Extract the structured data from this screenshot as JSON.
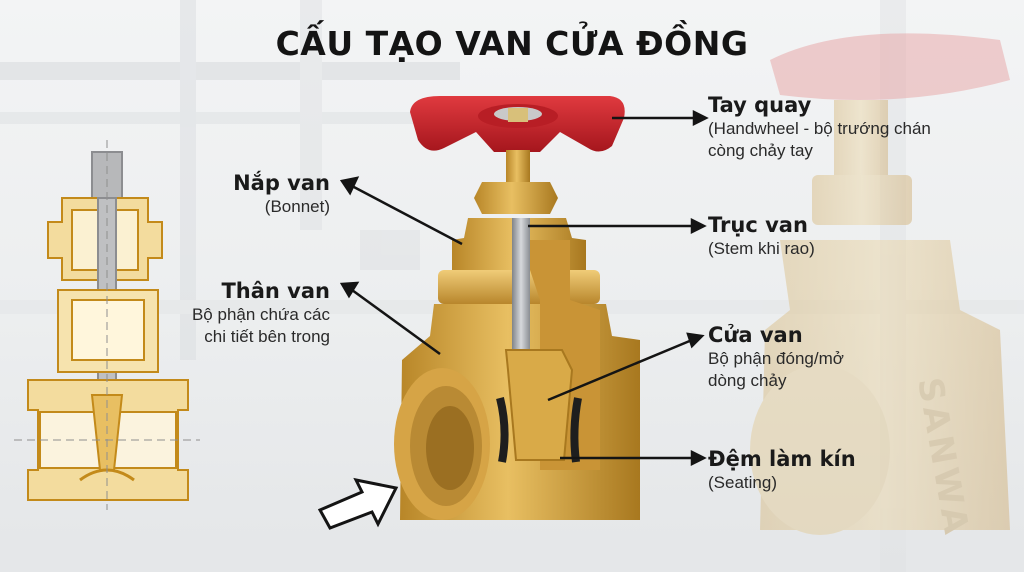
{
  "title": "CẤU TẠO VAN CỬA ĐỒNG",
  "labels": {
    "tay_quay": {
      "heading": "Tay quay",
      "sub_lines": [
        "(Handwheel - bộ trướng chán",
        "còng chảy  tay"
      ]
    },
    "nap_van": {
      "heading": "Nắp van",
      "sub_lines": [
        "(Bonnet)"
      ]
    },
    "truc_van": {
      "heading": "Trục van",
      "sub_lines": [
        "(Stem khi rao)"
      ]
    },
    "than_van": {
      "heading": "Thân van",
      "sub_lines": [
        "Bộ phận chứa các",
        "chi tiết bên trong"
      ]
    },
    "cua_van": {
      "heading": "Cửa van",
      "sub_lines": [
        "Bộ phận đóng/mở",
        "dòng chảy"
      ]
    },
    "dem_lam_kin": {
      "heading": "Đệm làm kín",
      "sub_lines": [
        "(Seating)"
      ]
    }
  },
  "watermark_text": "SANWA",
  "colors": {
    "handwheel_red": "#c8202a",
    "brass": "#d4a24a",
    "brass_dark": "#a8781f",
    "stem_silver": "#a9acb0",
    "seal_black": "#1e1e1e",
    "arrow": "#141414"
  },
  "icons": [
    "flow-arrow-icon",
    "label-arrow-icon"
  ]
}
